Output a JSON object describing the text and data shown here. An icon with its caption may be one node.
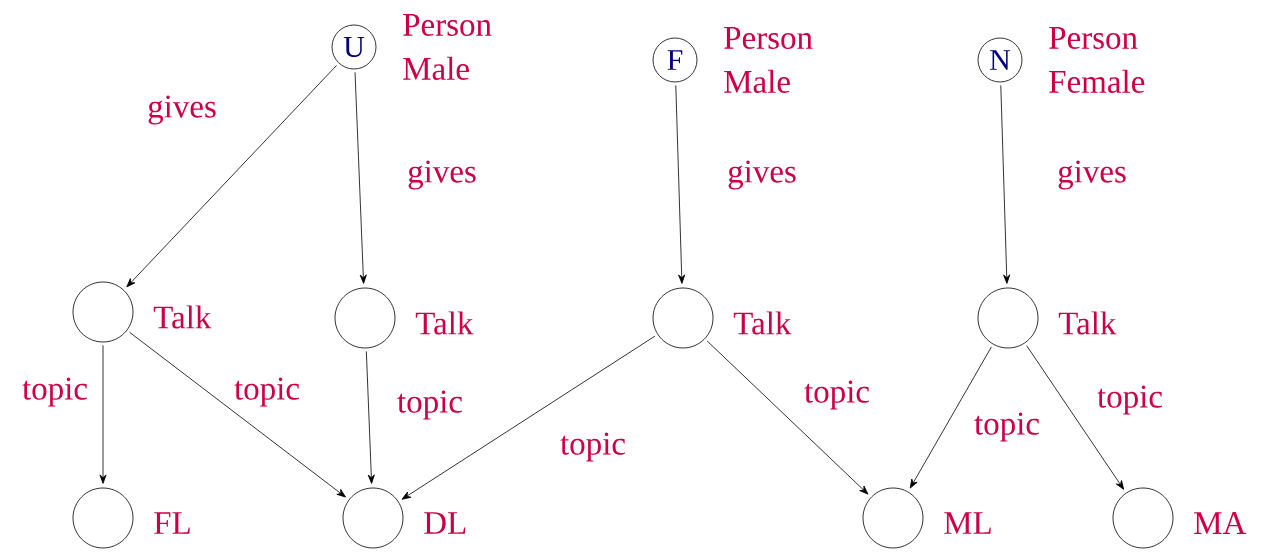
{
  "diagram": {
    "nodes": [
      {
        "text": [
          "U"
        ],
        "beside": [
          "Person Male"
        ]
      },
      {
        "text": [
          "F"
        ],
        "beside": [
          "Person Male"
        ]
      },
      {
        "text": [
          "N"
        ],
        "beside": [
          "Person Female"
        ]
      },
      {
        "text": [],
        "shape": "circle",
        "beside": [
          "Talk"
        ]
      },
      {
        "text": [],
        "shape": "circle",
        "beside": [
          "Talk"
        ]
      },
      {
        "text": [],
        "shape": "circle",
        "beside": [
          "Talk"
        ]
      },
      {
        "text": [],
        "shape": "circle",
        "beside": [
          "Talk"
        ]
      },
      {
        "text": [],
        "shape": "circle",
        "beside": [
          "FL"
        ]
      },
      {
        "text": [],
        "shape": "circle",
        "beside": [
          "DL"
        ]
      },
      {
        "text": [],
        "shape": "circle",
        "beside": [
          "ML"
        ]
      },
      {
        "text": [],
        "shape": "circle",
        "beside": [
          "MA"
        ]
      }
    ],
    "edges": [
      {
        "from": 0,
        "to": 3,
        "arrow": "to",
        "label": "gives"
      },
      {
        "from": 0,
        "to": 4,
        "arrow": "to",
        "label": "gives"
      },
      {
        "from": 1,
        "to": 5,
        "arrow": "to",
        "label": "gives"
      },
      {
        "from": 2,
        "to": 6,
        "arrow": "to",
        "label": "gives"
      },
      {
        "from": 3,
        "to": 7,
        "arrow": "to",
        "label": "topic"
      },
      {
        "from": 3,
        "to": 8,
        "arrow": "to",
        "label": "topic"
      },
      {
        "from": 4,
        "to": 8,
        "arrow": "to",
        "label": "topic"
      },
      {
        "from": 5,
        "to": 8,
        "arrow": "to",
        "label": "topic"
      },
      {
        "from": 5,
        "to": 9,
        "arrow": "to",
        "label": "topic"
      },
      {
        "from": 6,
        "to": 9,
        "arrow": "to",
        "label": "topic"
      },
      {
        "from": 6,
        "to": 10,
        "arrow": "to",
        "label": "topic"
      }
    ]
  }
}
